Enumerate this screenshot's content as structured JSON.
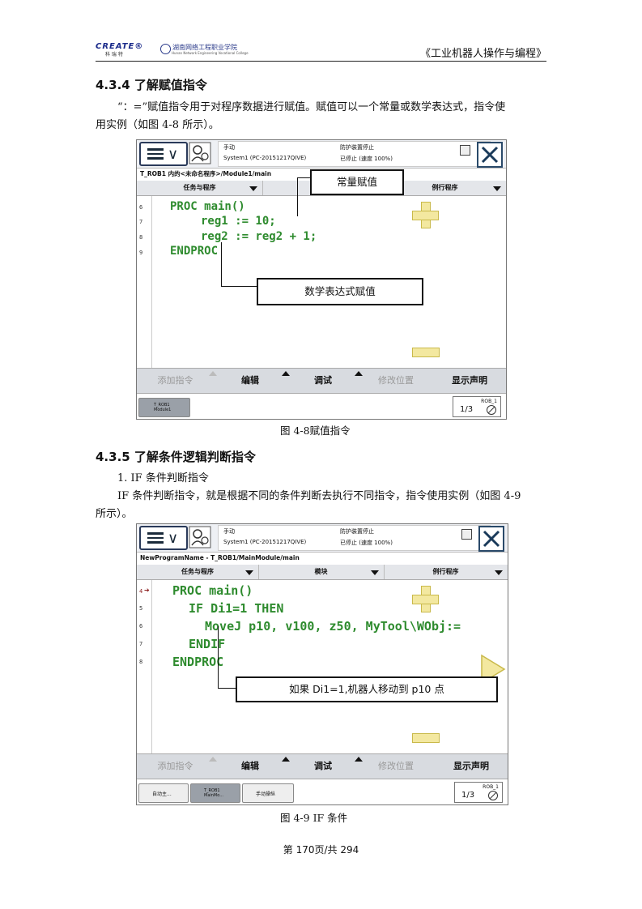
{
  "header": {
    "logo_left": "CREATE®",
    "logo_left_sub": "科 瑞 特",
    "logo_right": "湖南网络工程职业学院",
    "logo_right_sub": "Hunan Network Engineering Vocational College",
    "book_title": "《工业机器人操作与编程》"
  },
  "section_434": {
    "heading": "4.3.4 了解赋值指令",
    "para_line1": "“：=”赋值指令用于对程序数据进行赋值。赋值可以一个常量或数学表达式，指令使",
    "para_line2": "用实例（如图 4-8 所示）。"
  },
  "figure_48": {
    "status_mode": "手动",
    "status_system": "System1 (PC-20151217QIVE)",
    "status_guard": "防护装置停止",
    "status_state": "已停止 (速度 100%)",
    "path": "T_ROB1 内的<未命名程序>/Module1/main",
    "tab_tasks": "任务与程序",
    "tab_routine": "例行程序",
    "line_numbers": [
      "6",
      "7",
      "8",
      "9"
    ],
    "code_lines": [
      "PROC main()",
      "reg1 := 10;",
      "reg2 := reg2 + 1;",
      "ENDPROC"
    ],
    "callout_const": "常量赋值",
    "callout_expr": "数学表达式赋值",
    "bottom_add": "添加指令",
    "bottom_edit": "编辑",
    "bottom_debug": "调试",
    "bottom_modpos": "修改位置",
    "bottom_show": "显示声明",
    "task_module": "T_ROB1 Module1",
    "rob_label": "ROB_1",
    "rob_fraction": "1/3",
    "caption": "图 4-8赋值指令"
  },
  "section_435": {
    "heading": "4.3.5 了解条件逻辑判断指令",
    "item1": "1.   IF 条件判断指令",
    "para_line1": "IF 条件判断指令，就是根据不同的条件判断去执行不同指令，指令使用实例（如图 4-9",
    "para_line2": "所示）。"
  },
  "figure_49": {
    "status_mode": "手动",
    "status_system": "System1 (PC-20151217QIVE)",
    "status_guard": "防护装置停止",
    "status_state": "已停止 (速度 100%)",
    "path": "NewProgramName - T_ROB1/MainModule/main",
    "tab_tasks": "任务与程序",
    "tab_module": "模块",
    "tab_routine": "例行程序",
    "line_numbers": [
      "4",
      "5",
      "6",
      "7",
      "8"
    ],
    "code_lines": [
      "PROC main()",
      "IF Di1=1 THEN",
      "MoveJ p10, v100, z50, MyTool\\WObj:=",
      "ENDIF",
      "ENDPROC"
    ],
    "callout_if": "如果 Di1=1,机器人移动到 p10 点",
    "bottom_add": "添加指令",
    "bottom_edit": "编辑",
    "bottom_debug": "调试",
    "bottom_modpos": "修改位置",
    "bottom_show": "显示声明",
    "task_auto": "自动主...",
    "task_module": "T_ROB1 MainMo...",
    "task_jog": "手动操纵",
    "rob_label": "ROB_1",
    "rob_fraction": "1/3",
    "caption": "图 4-9 IF 条件"
  },
  "footer": {
    "page": "第 170页/共 294"
  }
}
